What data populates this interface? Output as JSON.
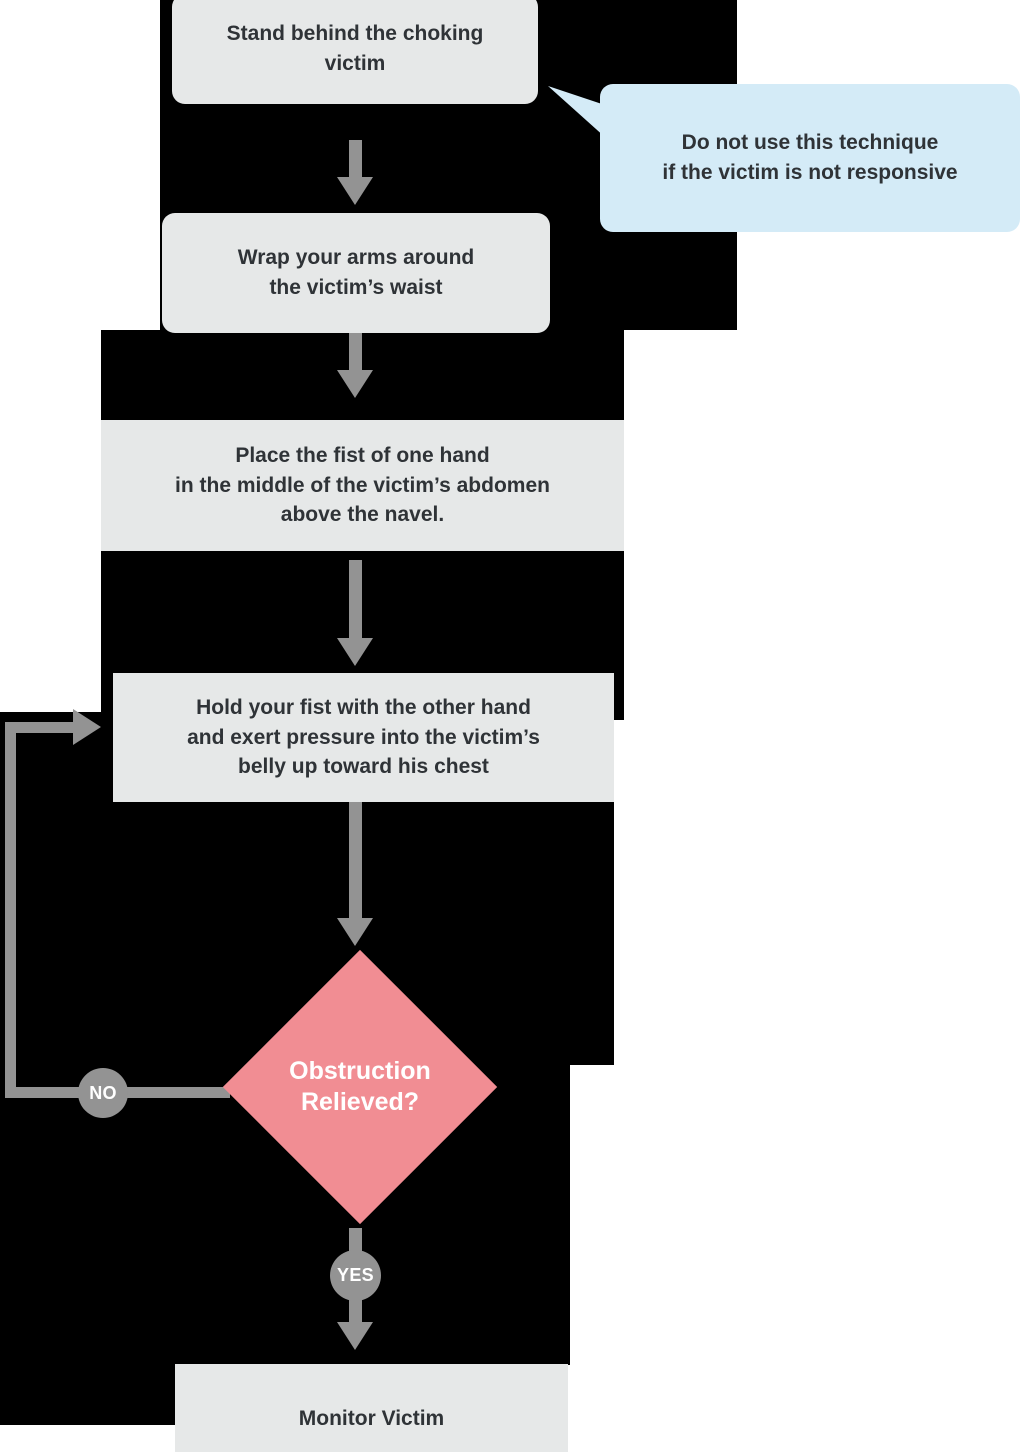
{
  "diagram": {
    "title": "Choking Victim Abdominal Thrust Flowchart",
    "type": "flowchart",
    "colors": {
      "node_fill": "#e6e8e8",
      "node_text": "#2f3337",
      "callout_fill": "#d4ebf7",
      "decision_fill": "#f18d93",
      "decision_text": "#ffffff",
      "connector": "#939393",
      "backdrop": "#000000",
      "page": "#ffffff"
    }
  },
  "nodes": {
    "step1": {
      "text": "Stand behind the choking\nvictim"
    },
    "step2": {
      "text": "Wrap your arms around\nthe victim’s waist"
    },
    "step3": {
      "text": "Place the fist of one hand\nin the middle of the victim’s abdomen\nabove the navel."
    },
    "step4": {
      "text": "Hold your fist with the other hand\nand exert pressure into the victim’s\nbelly up toward his chest"
    },
    "decision": {
      "text": "Obstruction\nRelieved?"
    },
    "end": {
      "text": "Monitor Victim"
    }
  },
  "callout": {
    "text": "Do not use this technique\nif the victim is not responsive"
  },
  "labels": {
    "no": "NO",
    "yes": "YES"
  }
}
